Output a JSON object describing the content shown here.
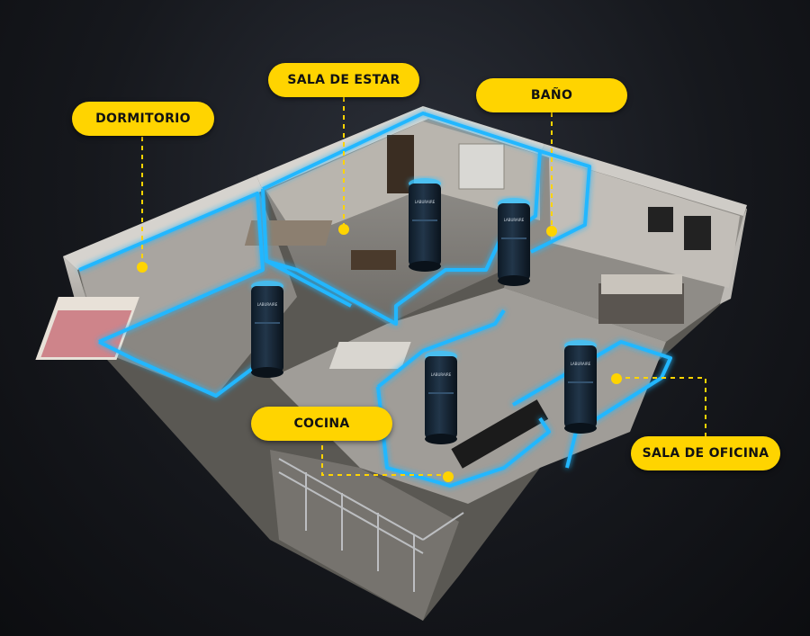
{
  "colors": {
    "accent": "#ffd400",
    "glow": "#22b7ff",
    "label_text": "#121212"
  },
  "labels": {
    "dormitorio": "DORMITORIO",
    "sala_de_estar": "SALA DE ESTAR",
    "bano": "BAÑO",
    "cocina": "COCINA",
    "sala_de_oficina": "SALA DE OFICINA"
  },
  "device_brand": "LABURAIRE",
  "icons": {
    "purifier": "air-purifier-icon",
    "marker": "marker-dot-icon"
  }
}
